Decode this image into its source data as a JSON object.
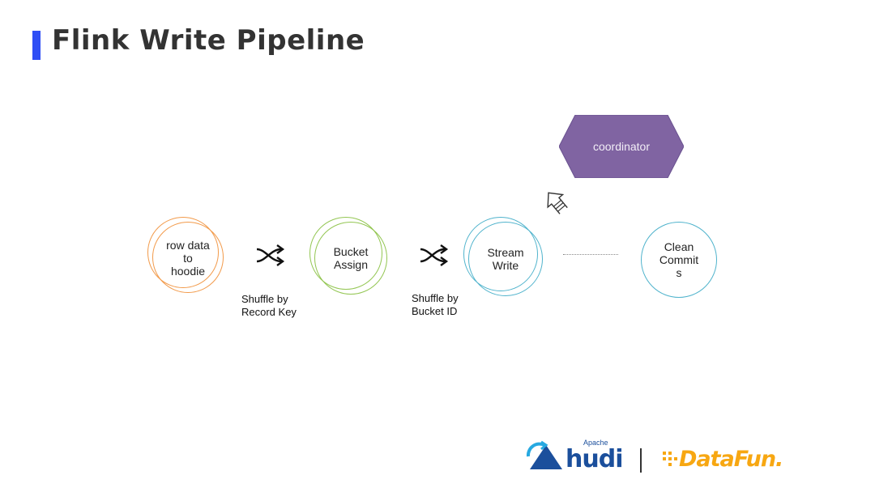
{
  "title": "Flink Write Pipeline",
  "colors": {
    "accent_bar": "#2f4ef5",
    "row_data_ring": "#f29a4a",
    "bucket_ring": "#93c652",
    "stream_ring": "#4fb3cc",
    "clean_ring": "#4fb3cc",
    "coordinator_fill": "#8064a2",
    "hudi_blue": "#1b4f9c",
    "datafun_orange": "#f7a712"
  },
  "nodes": {
    "row_data": "row data\nto\nhoodie",
    "bucket_assign": "Bucket\nAssign",
    "stream_write": "Stream\nWrite",
    "clean_commits": "Clean\nCommit\ns"
  },
  "shuffles": {
    "record_key": "Shuffle by\nRecord Key",
    "bucket_id": "Shuffle by\nBucket ID"
  },
  "coordinator": {
    "label": "coordinator"
  },
  "icons": {
    "shuffle": "shuffle-icon",
    "arrow": "up-right-arrow-icon"
  },
  "logos": {
    "apache": "Apache",
    "hudi": "hudi",
    "datafun": "DataFun."
  }
}
